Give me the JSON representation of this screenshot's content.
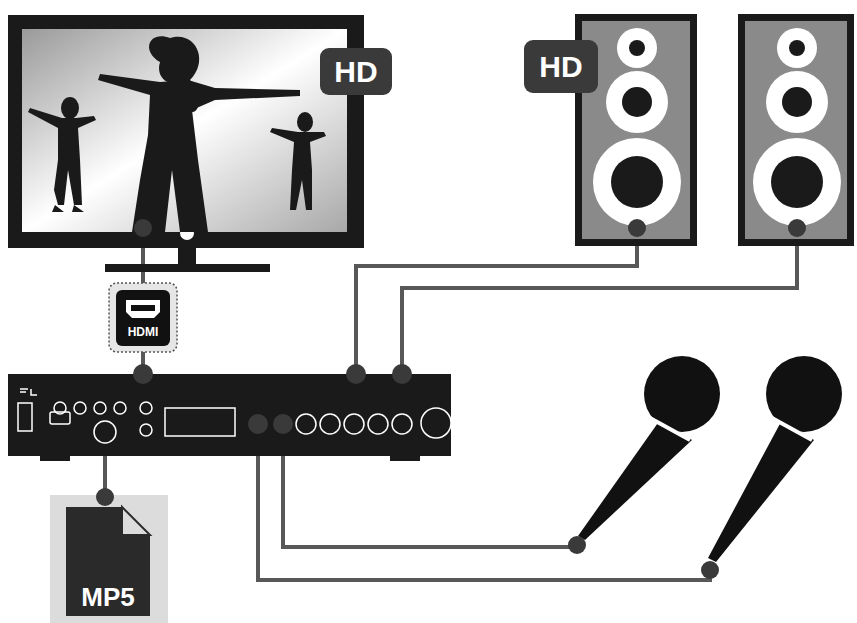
{
  "diagram": {
    "labels": [
      "HD",
      "HD",
      "HDMI",
      "MP5"
    ]
  }
}
